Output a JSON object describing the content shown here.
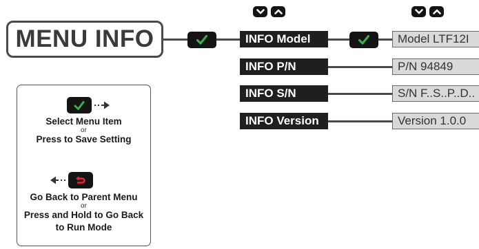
{
  "title": "MENU INFO",
  "navigation_keys": {
    "down_icon": "chevron-down-icon",
    "up_icon": "chevron-up-icon"
  },
  "confirm_icon": "checkmark-icon",
  "back_icon": "back-arrow-icon",
  "menu_items": [
    {
      "label": "INFO Model",
      "value": "Model LTF12I"
    },
    {
      "label": "INFO P/N",
      "value": "P/N 94849"
    },
    {
      "label": "INFO S/N",
      "value": "S/N F..S..P..D.."
    },
    {
      "label": "INFO Version",
      "value": "Version 1.0.0"
    }
  ],
  "legend": {
    "select_label": "Select Menu Item",
    "select_or": "or",
    "save_label": "Press to Save Setting",
    "back_label": "Go Back to Parent Menu",
    "back_or": "or",
    "hold_line1": "Press and Hold to Go Back",
    "hold_line2": "to Run Mode"
  },
  "colors": {
    "confirm_green": "#3fae49",
    "back_red": "#e0283c",
    "item_black": "#1f1f1f",
    "value_grey": "#d9d9d9"
  }
}
